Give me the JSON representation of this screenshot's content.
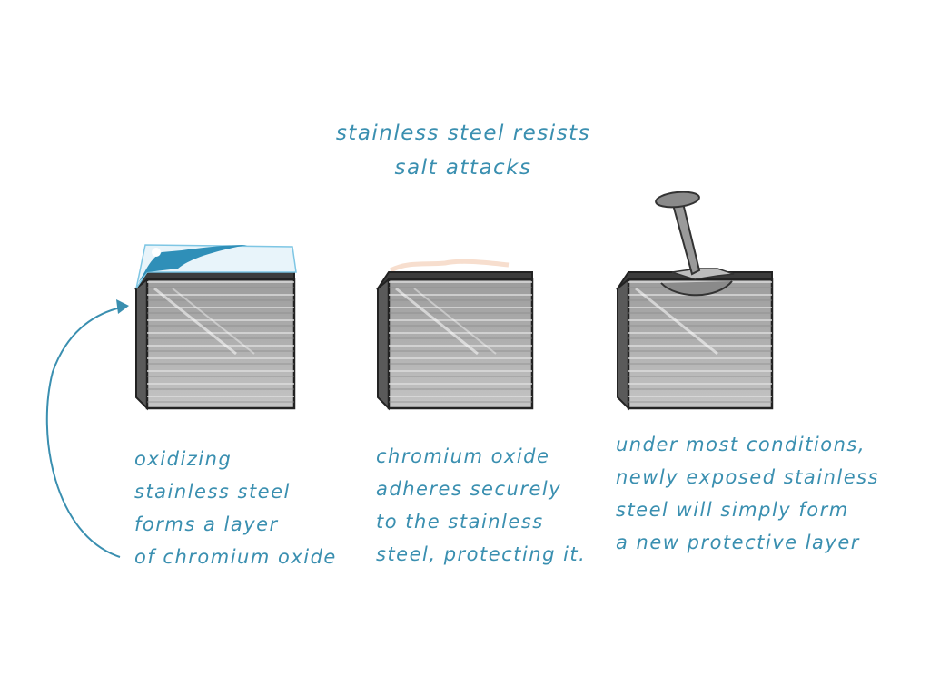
{
  "title": {
    "line1": "stainless  steel resists",
    "line2": "salt attacks"
  },
  "panels": [
    {
      "caption": [
        "oxidizing",
        "stainless steel",
        "forms  a  layer",
        "of chromium oxide"
      ]
    },
    {
      "caption": [
        "chromium oxide",
        "adheres securely",
        "to the  stainless",
        "steel, protecting it."
      ]
    },
    {
      "caption": [
        "under  most  conditions,",
        "newly exposed stainless",
        "steel will simply form",
        "a new  protective layer"
      ]
    }
  ],
  "colors": {
    "ink": "#3a8fb0",
    "steel_face": "#b8b8b8",
    "steel_top": "#4a4a4a",
    "oxide_layer": "#2f8fb8",
    "nail": "#9a9a9a"
  }
}
